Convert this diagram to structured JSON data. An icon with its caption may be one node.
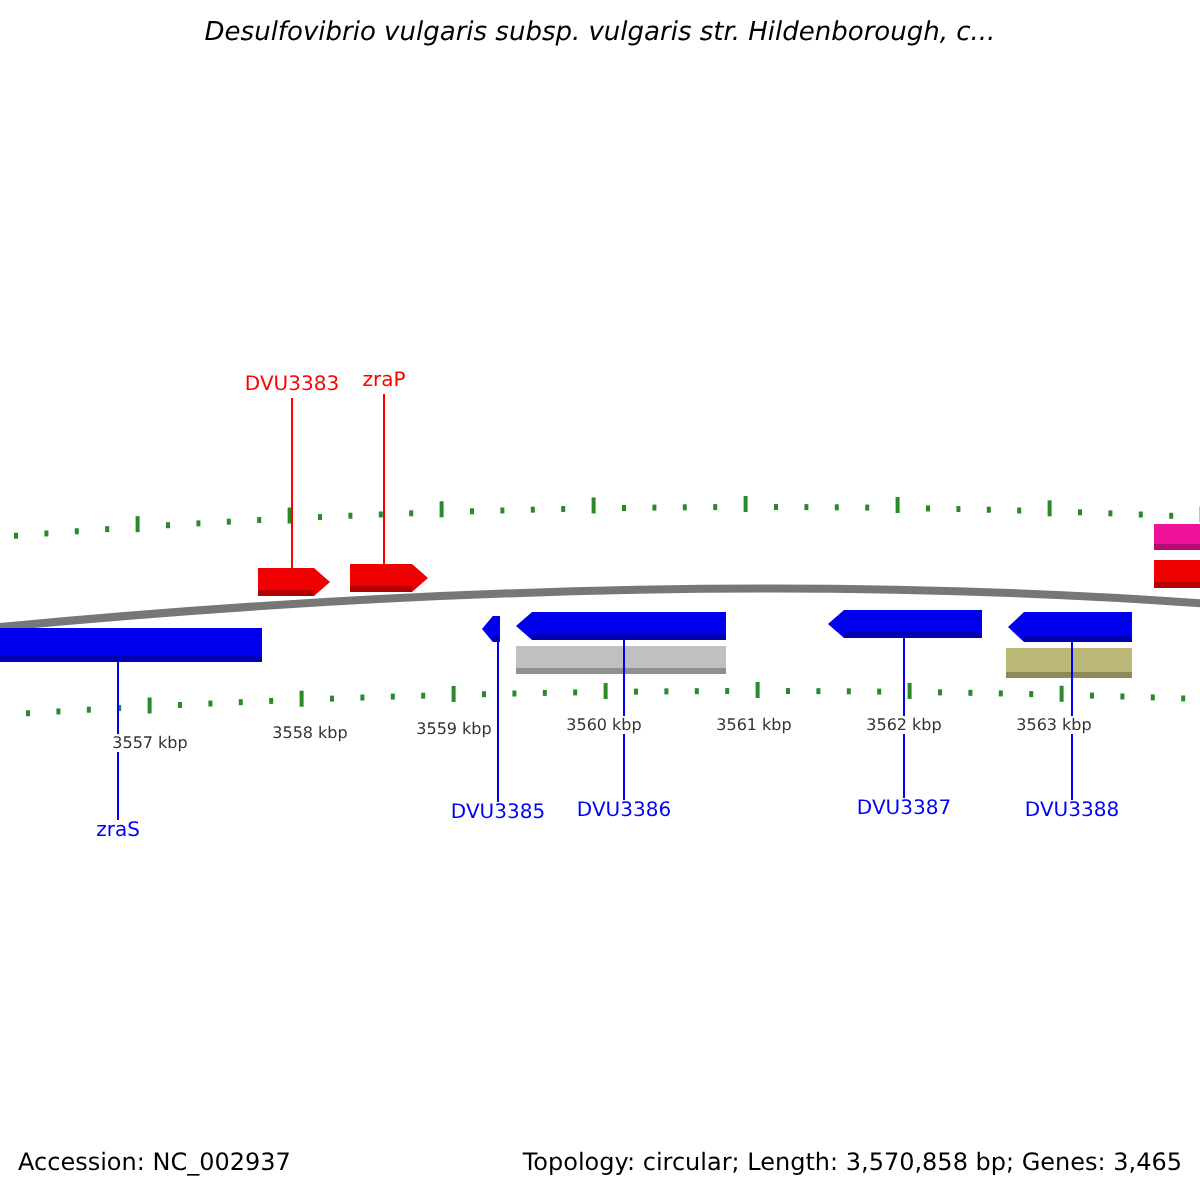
{
  "diagram": {
    "title": "Desulfovibrio vulgaris subsp. vulgaris str. Hildenborough, c...",
    "nodes": [
      {
        "text": [],
        "shape": "bar"
      },
      {
        "text": [],
        "shape": "bar"
      },
      {
        "text": [],
        "shape": "bar"
      },
      {
        "text": [],
        "shape": "bar"
      },
      {
        "text": [],
        "shape": "bar"
      },
      {
        "text": [],
        "shape": "bar"
      },
      {
        "text": [],
        "shape": "bar"
      },
      {
        "text": [],
        "shape": "bar"
      },
      {
        "text": [],
        "shape": "bar"
      },
      {
        "text": [],
        "shape": "bar"
      },
      {
        "text": [],
        "shape": "bar"
      },
      {
        "text": [
          "DVU3383"
        ]
      },
      {
        "text": [
          "zraP"
        ]
      },
      {
        "text": [
          "zraS"
        ]
      },
      {
        "text": [
          "DVU3385"
        ]
      },
      {
        "text": [
          "DVU3386"
        ]
      },
      {
        "text": [
          "DVU3387"
        ]
      },
      {
        "text": [
          "DVU3388"
        ]
      }
    ],
    "edges": [
      {
        "from": 11,
        "to": 1,
        "arrow": "none",
        "color": "#ff0000"
      },
      {
        "from": 12,
        "to": 2,
        "arrow": "none",
        "color": "#ff0000"
      },
      {
        "from": 13,
        "to": 0,
        "arrow": "none",
        "color": "#0000ff"
      },
      {
        "from": 14,
        "to": 3,
        "arrow": "none",
        "color": "#0000ff"
      },
      {
        "from": 15,
        "to": 4,
        "arrow": "none",
        "color": "#0000ff"
      },
      {
        "from": 16,
        "to": 6,
        "arrow": "none",
        "color": "#0000ff"
      },
      {
        "from": 17,
        "to": 7,
        "arrow": "none",
        "color": "#0000ff"
      }
    ],
    "labels": [
      "3557 kbp",
      "3558 kbp",
      "3559 kbp",
      "3560 kbp",
      "3561 kbp",
      "3562 kbp",
      "3563 kbp",
      "Accession: NC_002937",
      "Topology: circular; Length: 3,570,858 bp; Genes: 3,465"
    ]
  }
}
